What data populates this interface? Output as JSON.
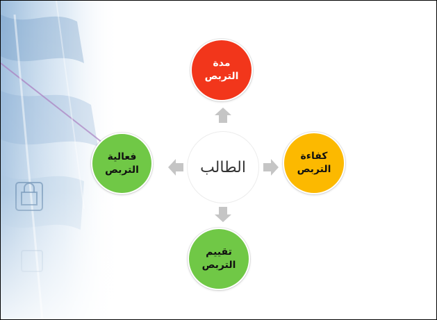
{
  "center": {
    "label": "الطالب"
  },
  "nodes": {
    "top": {
      "line1": "مدة",
      "line2": "التربص",
      "color": "#f2361b"
    },
    "right": {
      "line1": "كفاءة",
      "line2": "التربص",
      "color": "#fcb900"
    },
    "bottom": {
      "line1": "تقييم",
      "line2": "التربص",
      "color": "#70c846"
    },
    "left": {
      "line1": "فعالية",
      "line2": "التربص",
      "color": "#70c846"
    }
  },
  "arrow_color": "#c5c5c5"
}
